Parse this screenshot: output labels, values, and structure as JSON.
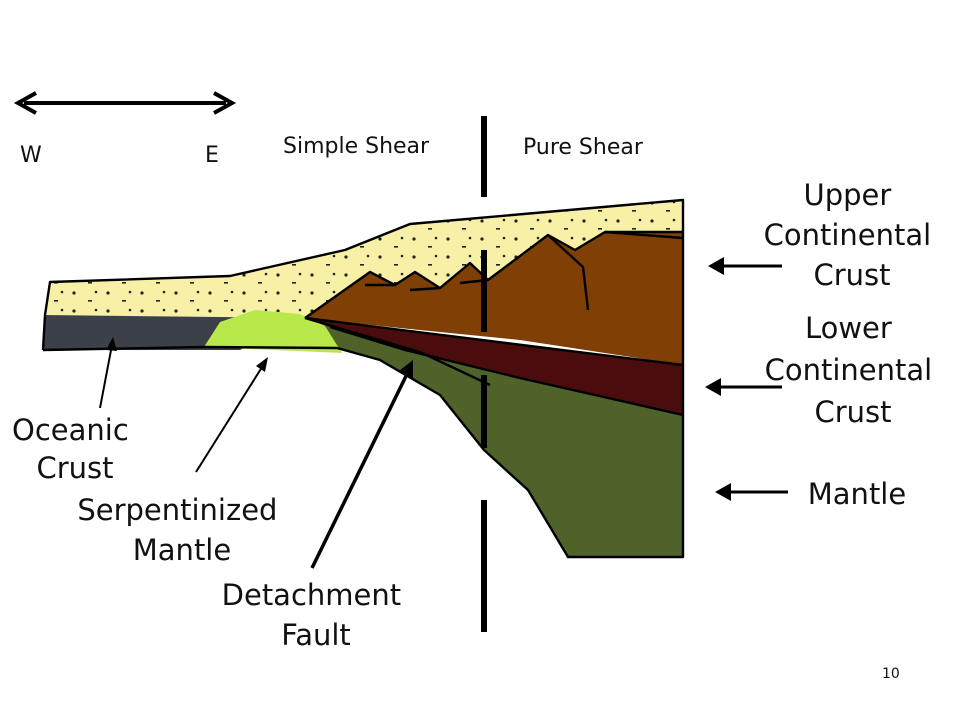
{
  "direction": {
    "west": "W",
    "east": "E"
  },
  "headers": {
    "simple_shear": "Simple Shear",
    "pure_shear": "Pure Shear"
  },
  "labels": {
    "upper_crust": [
      "Upper",
      "Continental",
      "Crust"
    ],
    "lower_crust": [
      "Lower",
      "Continental",
      "Crust"
    ],
    "mantle": "Mantle",
    "oceanic_crust": [
      "Oceanic",
      "Crust"
    ],
    "serpentinized_mantle": [
      "Serpentinized",
      "Mantle"
    ],
    "detachment_fault": [
      "Detachment",
      "Fault"
    ]
  },
  "page_number": "10",
  "colors": {
    "sediment": "#f7f0a6",
    "upper_crust": "#7f3f05",
    "lower_crust": "#4a0c0c",
    "mantle": "#4e622a",
    "oceanic_crust": "#3c4049",
    "serpentinized_mantle": "#b9e84a"
  }
}
